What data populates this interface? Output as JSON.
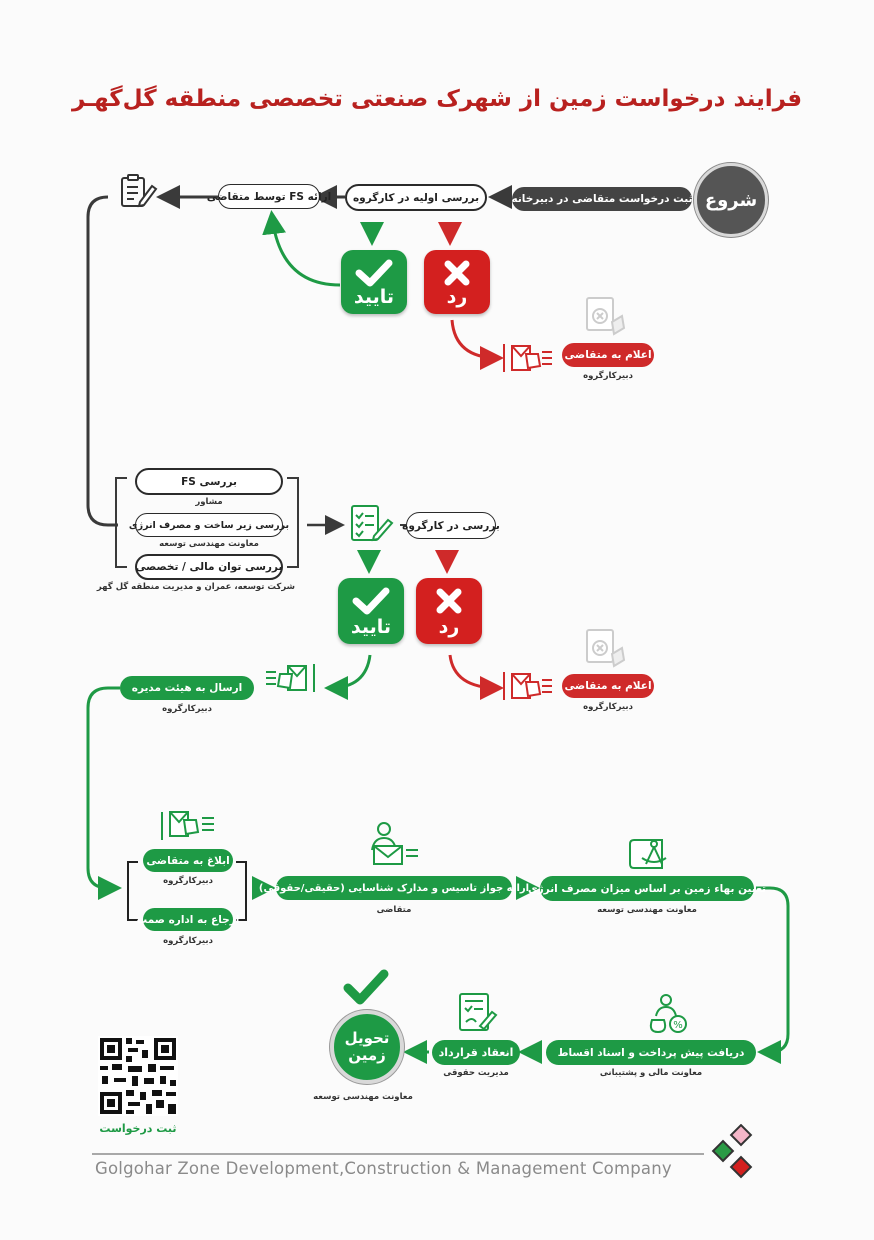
{
  "title": "فرایند درخواست زمین از شهرک صنعتی تخصصی منطقه گل‌گهـر",
  "start_label": "شروع",
  "stage1": {
    "register": "ثبت درخواست متقاضی در دبیرخانه",
    "initial_review": "بررسی اولیه در کارگروه",
    "fs_submit": "ارائه FS توسط متقاضی",
    "approve": "تایید",
    "reject": "رد",
    "notify": "اعلام به متقاضی",
    "notify_sub": "دبیرکارگروه"
  },
  "review": {
    "items": [
      {
        "label": "بررسی FS",
        "sub": "مشاور"
      },
      {
        "label": "بررسی زیر ساخت و مصرف انرژی",
        "sub": "معاونت مهندسی توسعه"
      },
      {
        "label": "بررسی توان مالی / تخصصی",
        "sub": "شرکت توسعه، عمران و مدیریت منطقه گل گهر"
      }
    ],
    "workgroup": "بررسی در کارگروه"
  },
  "stage2": {
    "approve": "تایید",
    "reject": "رد",
    "board": "ارسال به هیئت مدیره",
    "board_sub": "دبیرکارگروه",
    "notify": "اعلام به متقاضی",
    "notify_sub": "دبیرکارگروه"
  },
  "stage3": {
    "notify_applicant": "ابلاغ به متقاضی",
    "notify_applicant_sub": "دبیرکارگروه",
    "refer_samt": "ارجاع به اداره صمت",
    "refer_samt_sub": "دبیرکارگروه",
    "license": "ارائه جواز تاسیس و مدارک شناسایی (حقیقی/حقوقی)",
    "license_sub": "متقاضی",
    "pricing": "تعیین بهاء زمین بر اساس میزان مصرف انرژی",
    "pricing_sub": "معاونت مهندسی توسعه"
  },
  "stage4": {
    "prepayment": "دریافت پیش پرداخت و اسناد اقساط",
    "prepayment_sub": "معاونت مالی و پشتیبانی",
    "contract": "انعقاد قرارداد",
    "contract_sub": "مدیریت حقوقی",
    "delivery": "تحویل زمین",
    "delivery_sub": "معاونت مهندسی توسعه"
  },
  "qr_label": "ثبت درخواست",
  "footer": "Golgohar Zone Development,Construction & Management Company",
  "colors": {
    "green": "#1e9a45",
    "red": "#cf2a2a",
    "title_red": "#b8211f",
    "dark": "#444444"
  }
}
